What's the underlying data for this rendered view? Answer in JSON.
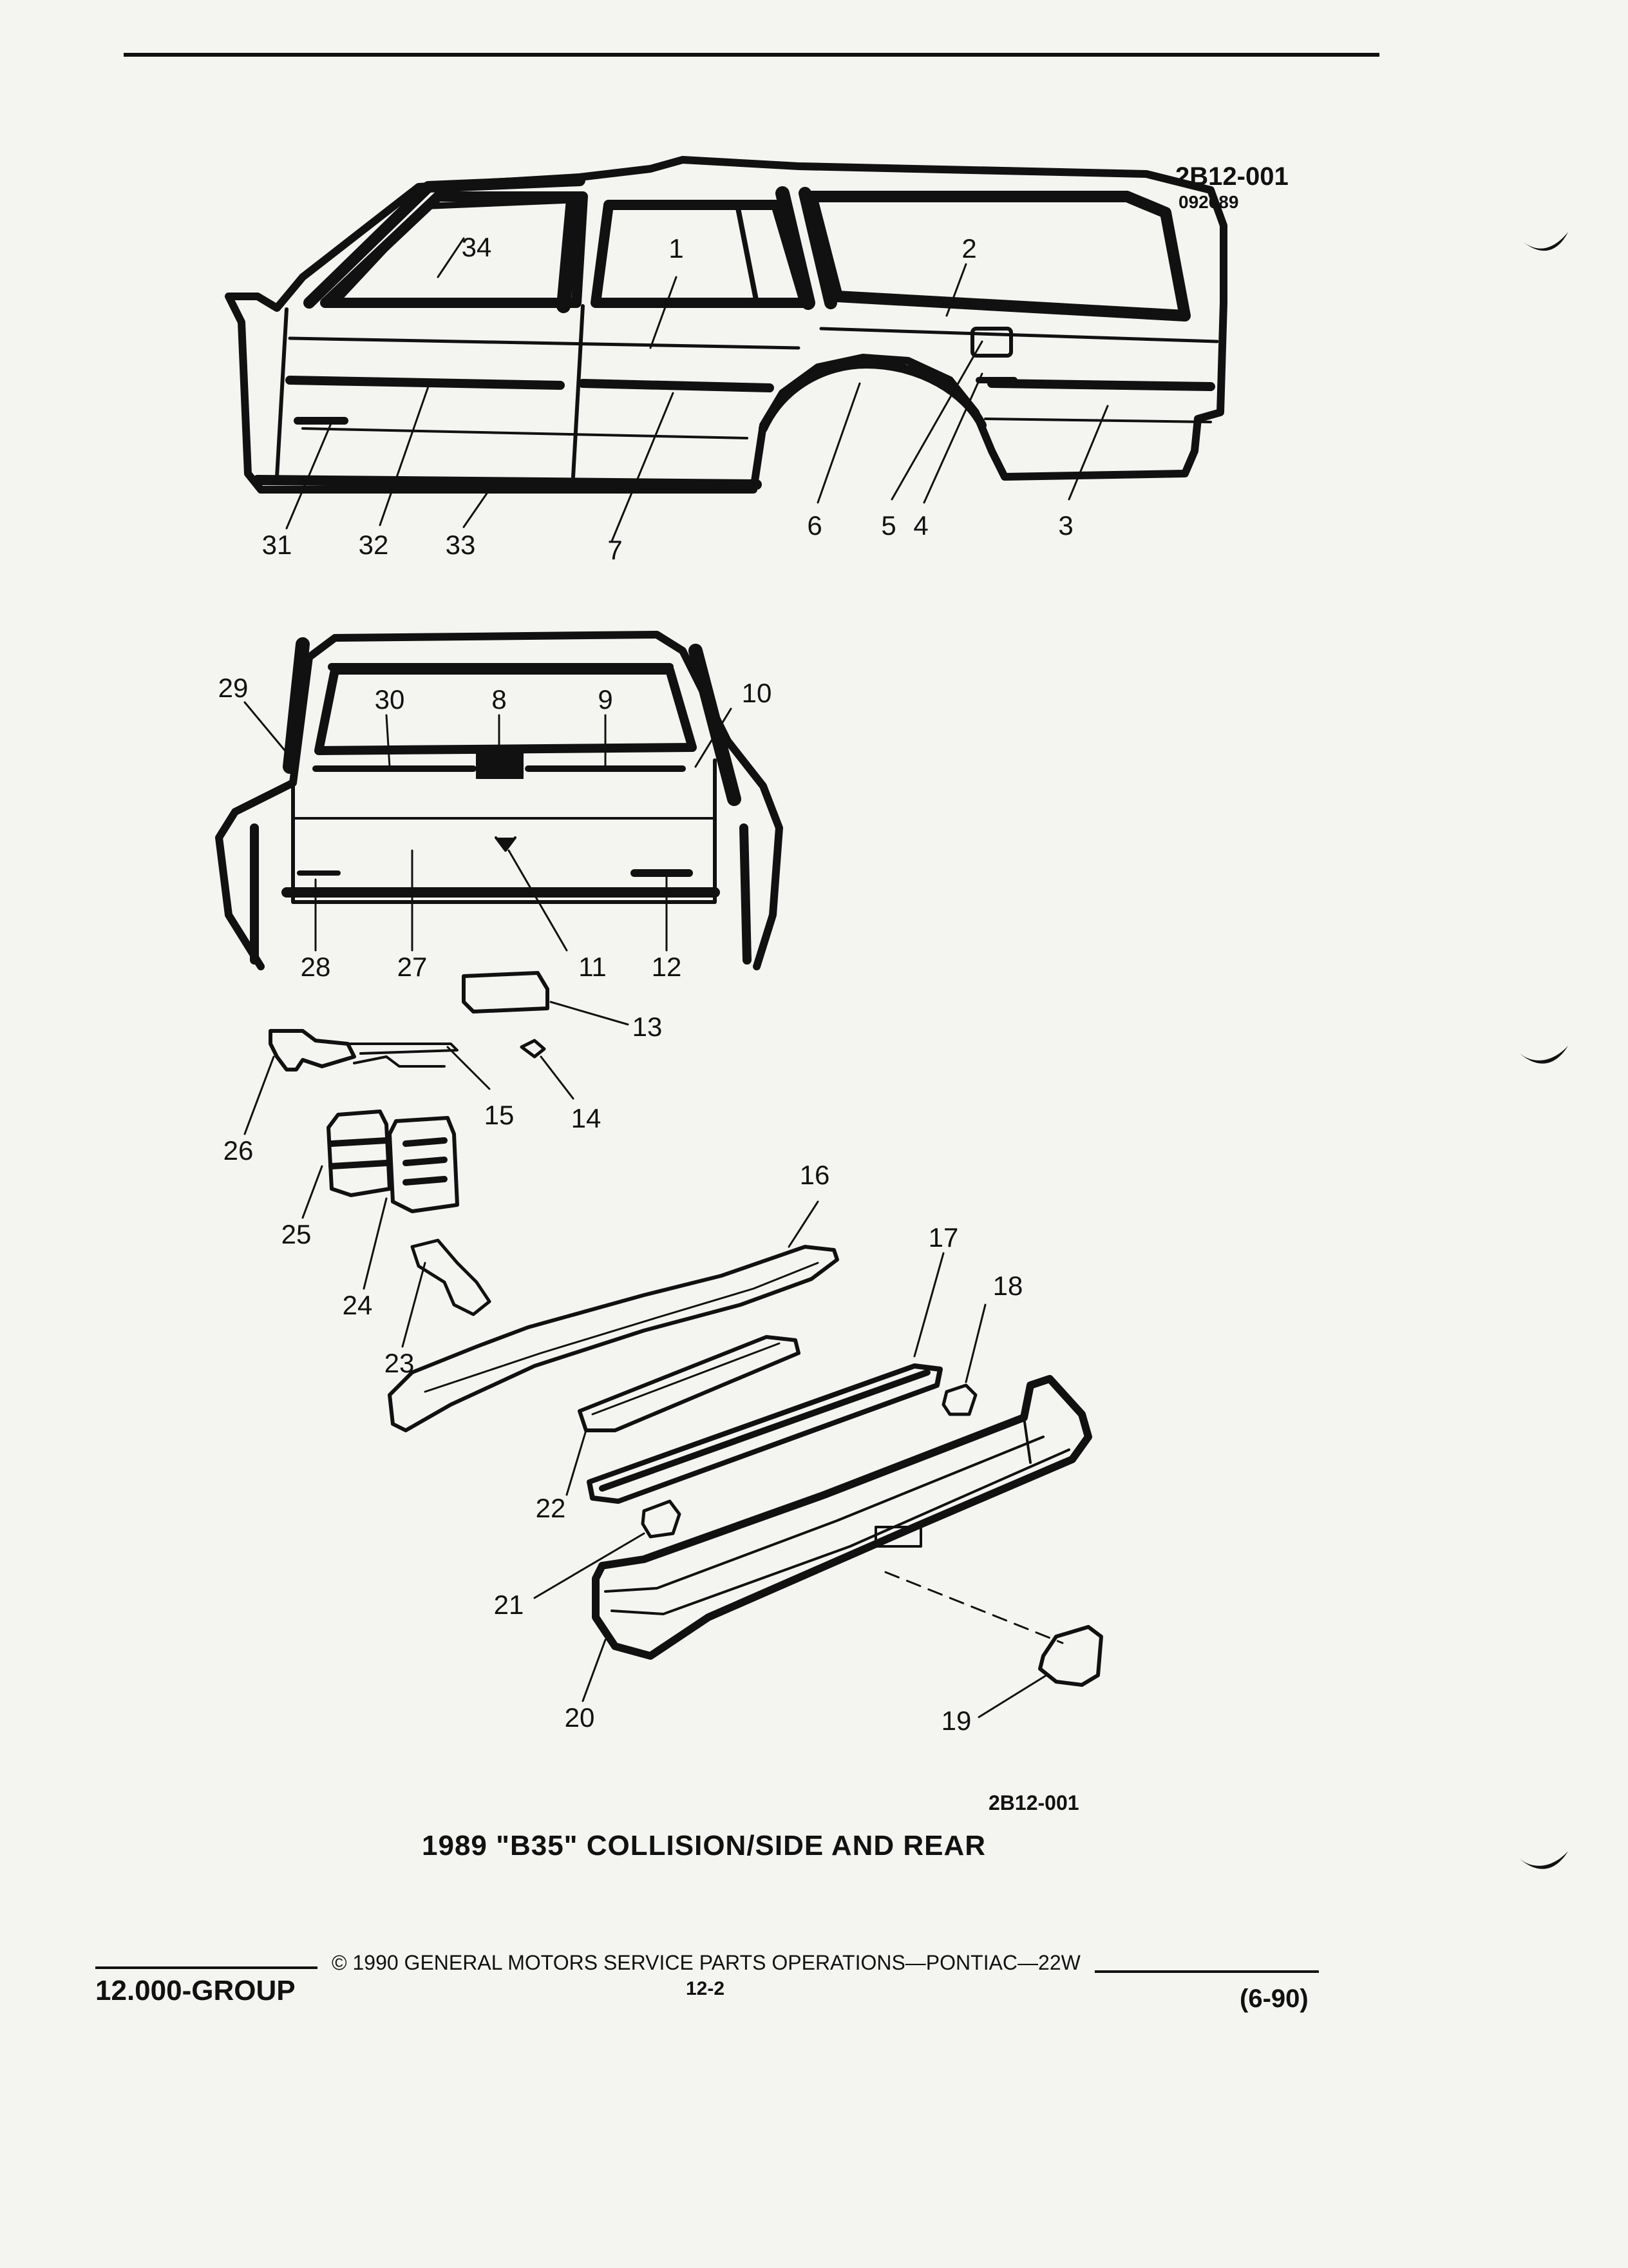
{
  "drawing": {
    "ref_code": "2B12-001",
    "date_code": "092689",
    "caption_code": "2B12-001",
    "caption": "1989 \"B35\" COLLISION/SIDE AND REAR"
  },
  "callouts": {
    "c1": "1",
    "c2": "2",
    "c3": "3",
    "c4": "4",
    "c5": "5",
    "c6": "6",
    "c7": "7",
    "c8": "8",
    "c9": "9",
    "c10": "10",
    "c11": "11",
    "c12": "12",
    "c13": "13",
    "c14": "14",
    "c15": "15",
    "c16": "16",
    "c17": "17",
    "c18": "18",
    "c19": "19",
    "c20": "20",
    "c21": "21",
    "c22": "22",
    "c23": "23",
    "c24": "24",
    "c25": "25",
    "c26": "26",
    "c27": "27",
    "c28": "28",
    "c29": "29",
    "c30": "30",
    "c31": "31",
    "c32": "32",
    "c33": "33",
    "c34": "34"
  },
  "footer": {
    "group": "12.000-GROUP",
    "copyright": "© 1990 GENERAL MOTORS SERVICE PARTS OPERATIONS—PONTIAC—22W",
    "page": "12-2",
    "edition": "(6-90)"
  }
}
